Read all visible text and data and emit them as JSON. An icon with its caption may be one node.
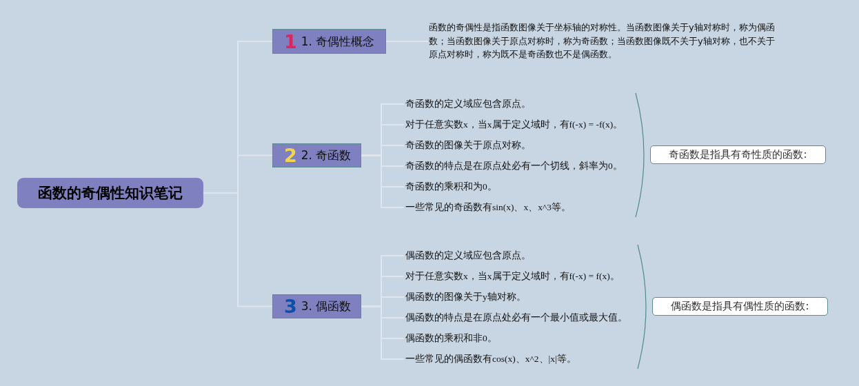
{
  "diagram": {
    "nodes": [
      {
        "text": [
          "函数的奇偶性知识笔记"
        ]
      },
      {
        "text": [
          "1",
          "1. 奇偶性概念"
        ]
      },
      {
        "text": [
          "函数的奇偶性是指函数图像关于坐标轴的对称性。当函数图像关于y轴对称时，称为偶函数；当函数图像关于原点对称时，称为奇函数；当函数图像既不关于y轴对称，也不关于原点对称时，称为既不是奇函数也不是偶函数。"
        ]
      },
      {
        "text": [
          "2",
          "2. 奇函数"
        ]
      },
      {
        "text": [
          "奇函数的定义域应包含原点。"
        ]
      },
      {
        "text": [
          "对于任意实数x，当x属于定义域时，有f(-x) = -f(x)。"
        ]
      },
      {
        "text": [
          "奇函数的图像关于原点对称。"
        ]
      },
      {
        "text": [
          "奇函数的特点是在原点处必有一个切线，斜率为0。"
        ]
      },
      {
        "text": [
          "奇函数的乘积和为0。"
        ]
      },
      {
        "text": [
          "一些常见的奇函数有sin(x)、x、x^3等。"
        ]
      },
      {
        "text": [
          "奇函数是指具有奇性质的函数:"
        ]
      },
      {
        "text": [
          "3",
          "3. 偶函数"
        ]
      },
      {
        "text": [
          "偶函数的定义域应包含原点。"
        ]
      },
      {
        "text": [
          "对于任意实数x，当x属于定义域时，有f(-x) = f(x)。"
        ]
      },
      {
        "text": [
          "偶函数的图像关于y轴对称。"
        ]
      },
      {
        "text": [
          "偶函数的特点是在原点处必有一个最小值或最大值。"
        ]
      },
      {
        "text": [
          "偶函数的乘积和非0。"
        ]
      },
      {
        "text": [
          "一些常见的偶函数有cos(x)、x^2、|x|等。"
        ]
      },
      {
        "text": [
          "偶函数是指具有偶性质的函数:"
        ]
      }
    ],
    "edges": [
      {
        "from": 0,
        "to": 1,
        "arrow": "none"
      },
      {
        "from": 0,
        "to": 3,
        "arrow": "none"
      },
      {
        "from": 0,
        "to": 11,
        "arrow": "none"
      },
      {
        "from": 1,
        "to": 2,
        "arrow": "none"
      },
      {
        "from": 3,
        "to": 4,
        "arrow": "none"
      },
      {
        "from": 3,
        "to": 5,
        "arrow": "none"
      },
      {
        "from": 3,
        "to": 6,
        "arrow": "none"
      },
      {
        "from": 3,
        "to": 7,
        "arrow": "none"
      },
      {
        "from": 3,
        "to": 8,
        "arrow": "none"
      },
      {
        "from": 3,
        "to": 9,
        "arrow": "none"
      },
      {
        "from": 11,
        "to": 12,
        "arrow": "none"
      },
      {
        "from": 11,
        "to": 13,
        "arrow": "none"
      },
      {
        "from": 11,
        "to": 14,
        "arrow": "none"
      },
      {
        "from": 11,
        "to": 15,
        "arrow": "none"
      },
      {
        "from": 11,
        "to": 16,
        "arrow": "none"
      },
      {
        "from": 11,
        "to": 17,
        "arrow": "none"
      }
    ]
  }
}
